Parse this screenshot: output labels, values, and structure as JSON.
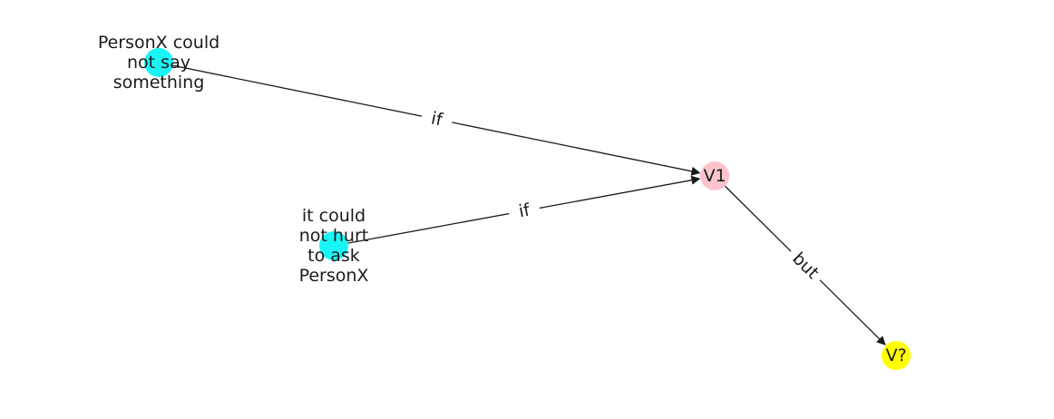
{
  "colors": {
    "cyan": "#19f5f5",
    "pink": "#fbc4cc",
    "yellow": "#ffff00",
    "edge": "#1a1a1a",
    "label_bg": "#ffffff"
  },
  "nodes": [
    {
      "id": "n1",
      "label_lines": [
        "PersonX could",
        "not say",
        "something"
      ],
      "color": "#19f5f5"
    },
    {
      "id": "n2",
      "label_lines": [
        "it could",
        "not hurt",
        "to ask",
        "PersonX"
      ],
      "color": "#19f5f5"
    },
    {
      "id": "v1",
      "label_lines": [
        "V1"
      ],
      "color": "#fbc4cc"
    },
    {
      "id": "v2",
      "label_lines": [
        "V?"
      ],
      "color": "#ffff00"
    }
  ],
  "edges": [
    {
      "from": "n1",
      "to": "v1",
      "label": "if"
    },
    {
      "from": "n2",
      "to": "v1",
      "label": "if"
    },
    {
      "from": "v1",
      "to": "v2",
      "label": "but"
    }
  ]
}
